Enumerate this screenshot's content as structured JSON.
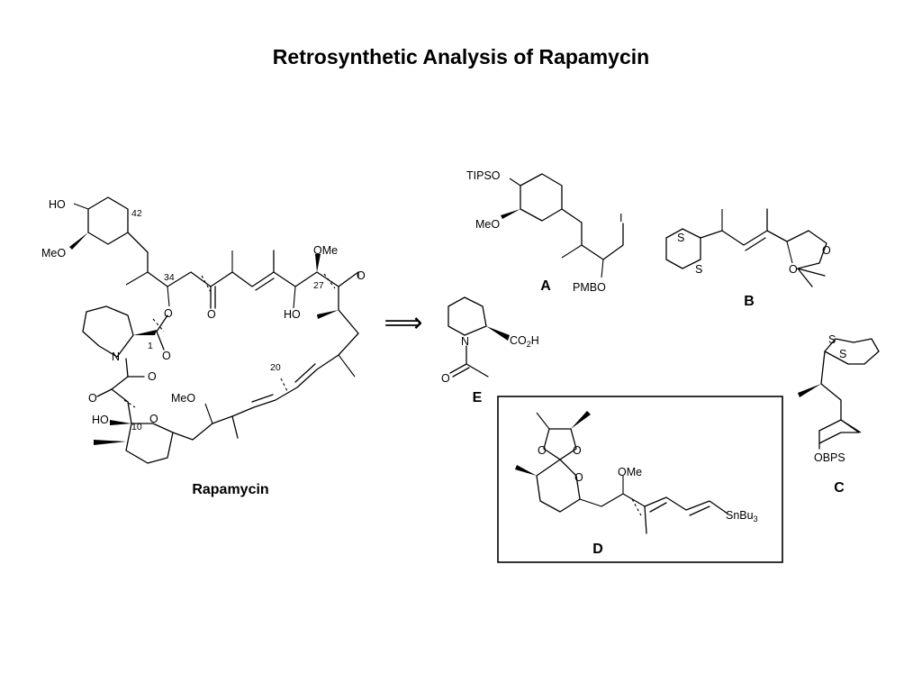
{
  "title": "Retrosynthetic Analysis of Rapamycin",
  "arrow": "⟹",
  "rapamycin": {
    "caption": "Rapamycin",
    "atoms": {
      "ho_top": "HO",
      "meo_left": "MeO",
      "o_ester": "O",
      "o_ester_carbonyl": "O",
      "n": "N",
      "o_amide": "O",
      "o_keto": "O",
      "ho_hemiketal": "HO",
      "o_ring": "O",
      "o_c32": "O",
      "ome_c27": "OMe",
      "ho_c28": "HO",
      "o_c26": "O",
      "meo_c16": "MeO"
    },
    "numbers": {
      "n42": "42",
      "n34": "34",
      "n27": "27",
      "n1": "1",
      "n20": "20",
      "n10": "10"
    }
  },
  "fragments": {
    "A": {
      "caption": "A",
      "tipso": "TIPSO",
      "meo": "MeO",
      "pmbo": "PMBO",
      "iodine": "I"
    },
    "B": {
      "caption": "B",
      "s1": "S",
      "s2": "S",
      "o1": "O",
      "o2": "O"
    },
    "C": {
      "caption": "C",
      "s1": "S",
      "s2": "S",
      "obps": "OBPS"
    },
    "D": {
      "caption": "D",
      "o1": "O",
      "o2": "O",
      "o3": "O",
      "ome": "OMe",
      "snbu3": "SnBu",
      "snbu3_sub": "3"
    },
    "E": {
      "caption": "E",
      "n": "N",
      "co2h_1": "CO",
      "co2h_2": "2",
      "co2h_3": "H",
      "o": "O"
    }
  }
}
